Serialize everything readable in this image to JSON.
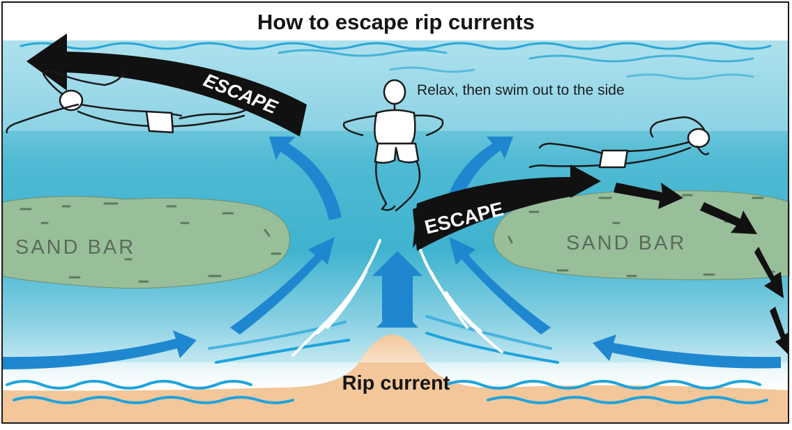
{
  "title": "How to escape rip currents",
  "note": "Relax, then swim out to the side",
  "sandbar_label": "SAND BAR",
  "escape_label": "ESCAPE",
  "rip_label": "Rip current",
  "colors": {
    "sky_band": "#ffffff",
    "shallow_water": "#8fd3e4",
    "deep_water": "#3fb3cf",
    "current_arrow": "#1e87cf",
    "escape_arrow": "#111111",
    "sand": "#f3c79a",
    "sandbar": "#98bf9a",
    "foam": "#ffffff",
    "outline": "#1a1a1a"
  }
}
